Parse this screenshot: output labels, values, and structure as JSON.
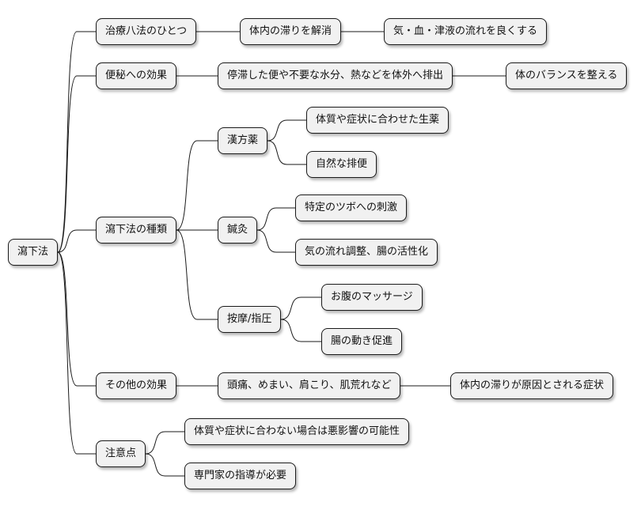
{
  "mindmap": {
    "root": "瀉下法",
    "branches": [
      {
        "label": "治療八法のひとつ",
        "children": [
          {
            "label": "体内の滞りを解消",
            "children": [
              {
                "label": "気・血・津液の流れを良くする"
              }
            ]
          }
        ]
      },
      {
        "label": "便秘への効果",
        "children": [
          {
            "label": "停滞した便や不要な水分、熱などを体外へ排出",
            "children": [
              {
                "label": "体のバランスを整える"
              }
            ]
          }
        ]
      },
      {
        "label": "瀉下法の種類",
        "children": [
          {
            "label": "漢方薬",
            "children": [
              {
                "label": "体質や症状に合わせた生薬"
              },
              {
                "label": "自然な排便"
              }
            ]
          },
          {
            "label": "鍼灸",
            "children": [
              {
                "label": "特定のツボへの刺激"
              },
              {
                "label": "気の流れ調整、腸の活性化"
              }
            ]
          },
          {
            "label": "按摩/指圧",
            "children": [
              {
                "label": "お腹のマッサージ"
              },
              {
                "label": "腸の動き促進"
              }
            ]
          }
        ]
      },
      {
        "label": "その他の効果",
        "children": [
          {
            "label": "頭痛、めまい、肩こり、肌荒れなど",
            "children": [
              {
                "label": "体内の滞りが原因とされる症状"
              }
            ]
          }
        ]
      },
      {
        "label": "注意点",
        "children": [
          {
            "label": "体質や症状に合わない場合は悪影響の可能性"
          },
          {
            "label": "専門家の指導が必要"
          }
        ]
      }
    ]
  }
}
